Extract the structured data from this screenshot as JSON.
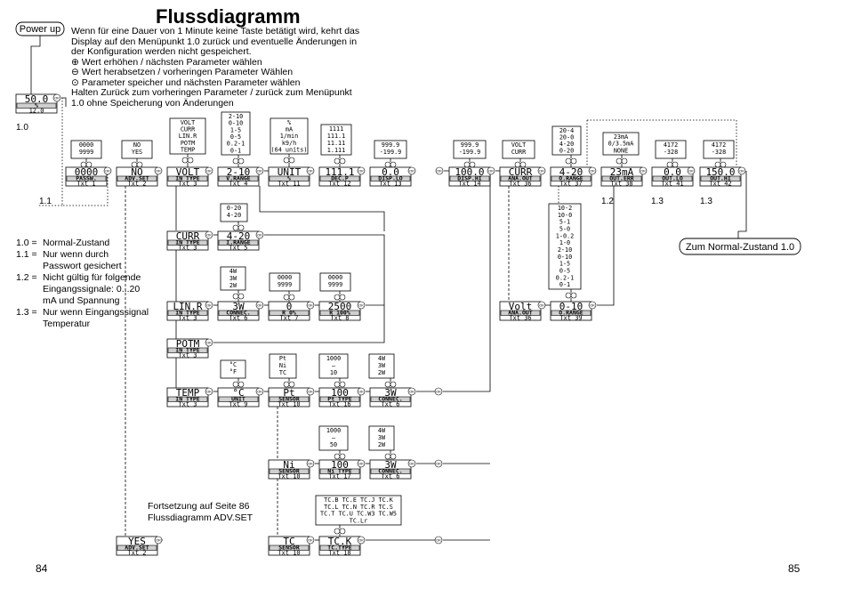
{
  "header": {
    "title": "Flussdiagramm",
    "lines": [
      "Wenn für eine Dauer von 1 Minute keine Taste betätigt wird, kehrt das",
      "Display auf den Menüpunkt 1.0 zurück und eventuelle Änderungen in",
      "der Konfiguration werden nicht gespeichert.",
      "Wert erhöhen / nächsten Parameter wählen",
      "Wert herabsetzen / vorheringen Parameter Wählen",
      "Parameter speicher und nächsten Parameter wählen",
      "Halten  Zurück zum vorheringen Parameter / zurück zum Menüpunkt",
      "1.0 ohne Speicherung von Änderungen"
    ]
  },
  "power_up": "Power up",
  "normal_state": "Zum Normal-Zustand 1.0",
  "ok_label": "OK",
  "legend": [
    {
      "k": "1.0 =",
      "v": "Normal-Zustand"
    },
    {
      "k": "1.1 =",
      "v": "Nur wenn durch Passwort gesichert"
    },
    {
      "k": "1.2 =",
      "v": "Nicht gültig für folgende Eingangssignale: 0...20 mA und Spannung"
    },
    {
      "k": "1.3 =",
      "v": "Nur wenn Eingangssignal Temperatur"
    }
  ],
  "continuation": [
    "Fortsetzung auf Seite 86",
    "Flussdiagramm ADV.SET"
  ],
  "page_left": "84",
  "page_right": "85",
  "notes": {
    "n10": "1.0",
    "n11": "1.1",
    "n12": "1.2",
    "n13a": "1.3",
    "n13b": "1.3"
  },
  "boxes": [
    {
      "id": "b50",
      "lcd": "50.0",
      "cap": "%",
      "txt": "12.0"
    },
    {
      "id": "passw",
      "lcd": "0000",
      "cap": "PASSW.",
      "txt": "Txt 1",
      "opts": [
        "0000",
        "9999"
      ]
    },
    {
      "id": "advset",
      "lcd": "NO",
      "cap": "ADV.SET",
      "txt": "Txt 2",
      "opts": [
        "NO",
        "YES"
      ]
    },
    {
      "id": "volt",
      "lcd": "VOLT",
      "cap": "IN TYPE",
      "txt": "Txt 3",
      "opts": [
        "VOLT",
        "CURR",
        "LIN.R",
        "POTM",
        "TEMP"
      ]
    },
    {
      "id": "vrange",
      "lcd": "2-10",
      "cap": "V.RANGE",
      "txt": "Txt 4",
      "opts": [
        "2-10",
        "0-10",
        "1-5",
        "0-5",
        "0.2-1",
        "0-1"
      ]
    },
    {
      "id": "unit",
      "lcd": "UNIT",
      "cap": "%",
      "txt": "Txt 11",
      "opts": [
        "%",
        "mA",
        "1/min",
        "k9/h",
        "(64 units)"
      ]
    },
    {
      "id": "decp",
      "lcd": "111.1",
      "cap": "DEC.P",
      "txt": "Txt 12",
      "opts": [
        "1111",
        "111.1",
        "11.11",
        "1.111"
      ]
    },
    {
      "id": "displo",
      "lcd": "0.0",
      "cap": "DISP.LO",
      "txt": "Txt 13",
      "opts": [
        "999.9",
        "-199.9"
      ]
    },
    {
      "id": "disphi",
      "lcd": "100.0",
      "cap": "DISP.HI",
      "txt": "Txt 14",
      "opts": [
        "999.9",
        "-199.9"
      ]
    },
    {
      "id": "anaout",
      "lcd": "CURR",
      "cap": "ANA.OUT",
      "txt": "Txt 36",
      "opts": [
        "VOLT",
        "CURR"
      ]
    },
    {
      "id": "orange",
      "lcd": "4-20",
      "cap": "O.RANGE",
      "txt": "Txt 37",
      "opts": [
        "20-4",
        "20-0",
        "4-20",
        "0-20"
      ]
    },
    {
      "id": "outerr",
      "lcd": "23mA",
      "cap": "OUT.ERR",
      "txt": "Txt 38",
      "opts": [
        "23mA",
        "0/3.5mA",
        "NONE"
      ]
    },
    {
      "id": "outlo",
      "lcd": "0.0",
      "cap": "OUT.LO",
      "txt": "Txt 41",
      "opts": [
        "4172",
        "-328"
      ]
    },
    {
      "id": "outhi",
      "lcd": "150.0",
      "cap": "OUT.HI",
      "txt": "Txt 42",
      "opts": [
        "4172",
        "-328"
      ]
    },
    {
      "id": "curr",
      "lcd": "CURR",
      "cap": "IN TYPE",
      "txt": "Txt 3"
    },
    {
      "id": "irange",
      "lcd": "4-20",
      "cap": "I.RANGE",
      "txt": "Txt 5",
      "opts": [
        "0-20",
        "4-20"
      ]
    },
    {
      "id": "linr",
      "lcd": "LIN.R",
      "cap": "IN TYPE",
      "txt": "Txt 3"
    },
    {
      "id": "connec6",
      "lcd": "3W",
      "cap": "CONNEC.",
      "txt": "Txt 6",
      "opts": [
        "4W",
        "3W",
        "2W"
      ]
    },
    {
      "id": "r0",
      "lcd": "0",
      "cap": "R 0%",
      "txt": "Txt 7",
      "opts": [
        "0000",
        "9999"
      ]
    },
    {
      "id": "r100",
      "lcd": "2500",
      "cap": "R 100%",
      "txt": "Txt 8",
      "opts": [
        "0000",
        "9999"
      ]
    },
    {
      "id": "potm",
      "lcd": "POTM",
      "cap": "IN TYPE",
      "txt": "Txt 3"
    },
    {
      "id": "temp",
      "lcd": "TEMP",
      "cap": "IN TYPE",
      "txt": "Txt 3"
    },
    {
      "id": "tunit",
      "lcd": "°C",
      "cap": "UNIT",
      "txt": "Txt 9",
      "opts": [
        "°C",
        "°F"
      ]
    },
    {
      "id": "sensor",
      "lcd": "Pt",
      "cap": "SENSOR",
      "txt": "Txt 10",
      "opts": [
        "Pt",
        "Ni",
        "TC"
      ]
    },
    {
      "id": "pttype",
      "lcd": "100",
      "cap": "Pt TYPE",
      "txt": "Txt 16",
      "opts": [
        "1000",
        "–",
        "10"
      ]
    },
    {
      "id": "connec6b",
      "lcd": "3W",
      "cap": "CONNEC.",
      "txt": "Txt 6",
      "opts": [
        "4W",
        "3W",
        "2W"
      ]
    },
    {
      "id": "ni",
      "lcd": "Ni",
      "cap": "SENSOR",
      "txt": "Txt 10"
    },
    {
      "id": "nitype",
      "lcd": "100",
      "cap": "Ni TYPE",
      "txt": "Txt 17",
      "opts": [
        "1000",
        "–",
        "50"
      ]
    },
    {
      "id": "connec6c",
      "lcd": "3W",
      "cap": "CONNEC.",
      "txt": "Txt 6",
      "opts": [
        "4W",
        "3W",
        "2W"
      ]
    },
    {
      "id": "tc",
      "lcd": "TC",
      "cap": "SENSOR",
      "txt": "Txt 10"
    },
    {
      "id": "tctype",
      "lcd": "TC.K",
      "cap": "TC.TYPE",
      "txt": "Txt 18",
      "opts": [
        "TC.B TC.E TC.J TC.K",
        "TC.L TC.N TC.R TC.S",
        "TC.T TC.U TC.W3 TC.W5",
        "TC.Lr"
      ]
    },
    {
      "id": "voltout",
      "lcd": "Volt",
      "cap": "ANA.OUT",
      "txt": "Txt 36"
    },
    {
      "id": "orange2",
      "lcd": "0-10",
      "cap": "O.RANGE",
      "txt": "Txt 39",
      "opts": [
        "10-2",
        "10-0",
        "5-1",
        "5-0",
        "1-0.2",
        "1-0",
        "2-10",
        "0-10",
        "1-5",
        "0-5",
        "0.2-1",
        "0-1"
      ]
    },
    {
      "id": "yes",
      "lcd": "YES",
      "cap": "ADV.SET",
      "txt": "Txt 2"
    }
  ]
}
